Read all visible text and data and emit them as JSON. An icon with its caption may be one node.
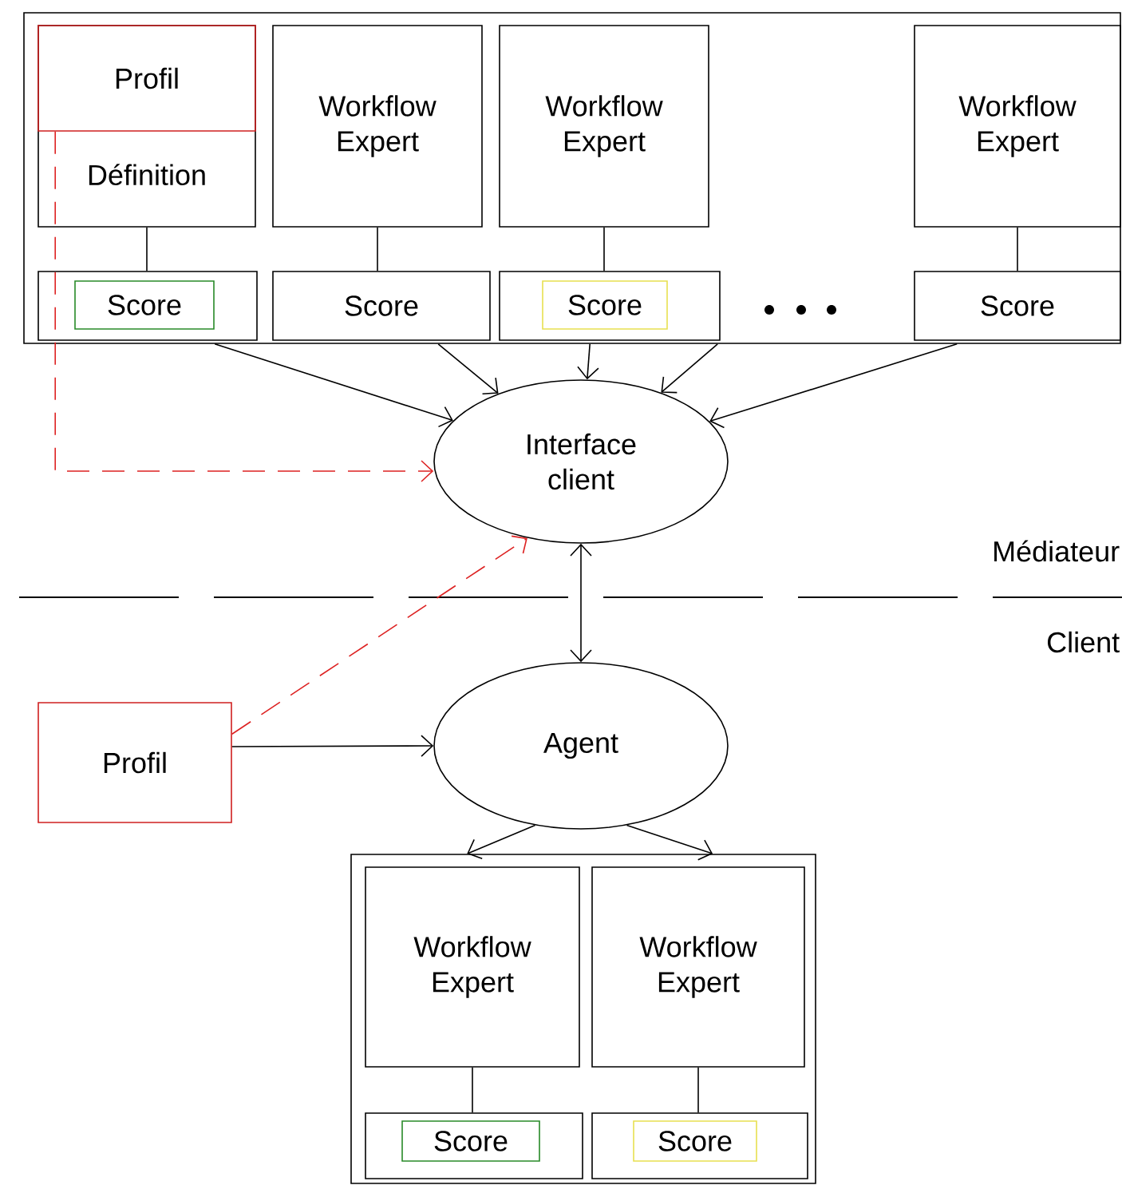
{
  "diagram": {
    "nodes": [
      {
        "text": [],
        "shape": "box"
      },
      {
        "text": [
          "Définition"
        ],
        "in": 0
      },
      {
        "text": [
          "Profil"
        ],
        "in": 1
      },
      {
        "text": [
          "Workflow Expert"
        ],
        "in": 0
      },
      {
        "text": [
          "Workflow Expert"
        ],
        "in": 0
      },
      {
        "text": [
          "Workflow Expert"
        ],
        "in": 0
      },
      {
        "text": [],
        "shape": "box",
        "in": 0
      },
      {
        "text": [
          "Score"
        ],
        "in": 6
      },
      {
        "text": [
          "Score"
        ],
        "in": 0
      },
      {
        "text": [],
        "shape": "box",
        "in": 0
      },
      {
        "text": [
          "Score"
        ],
        "in": 9
      },
      {
        "text": [
          "Score"
        ],
        "in": 0
      },
      {
        "text": [
          "Interface client"
        ]
      },
      {
        "text": [
          "Profil"
        ]
      },
      {
        "text": [
          "Agent"
        ]
      },
      {
        "text": [],
        "shape": "box"
      },
      {
        "text": [
          "Workflow Expert"
        ],
        "in": 15
      },
      {
        "text": [
          "Workflow Expert"
        ],
        "in": 15
      },
      {
        "text": [],
        "shape": "box",
        "in": 15
      },
      {
        "text": [
          "Score"
        ],
        "in": 18
      },
      {
        "text": [],
        "shape": "box",
        "in": 15
      },
      {
        "text": [
          "Score"
        ],
        "in": 20
      }
    ],
    "edges": [
      {
        "from": 1,
        "to": 6,
        "arrow": "none"
      },
      {
        "from": 3,
        "to": 8,
        "arrow": "none"
      },
      {
        "from": 4,
        "to": 9,
        "arrow": "none"
      },
      {
        "from": 5,
        "to": 11,
        "arrow": "none"
      },
      {
        "from": 16,
        "to": 18,
        "arrow": "none"
      },
      {
        "from": 17,
        "to": 20,
        "arrow": "none"
      },
      {
        "from": 0,
        "to": 12,
        "arrow": "to"
      },
      {
        "from": 0,
        "to": 12,
        "arrow": "to"
      },
      {
        "from": 0,
        "to": 12,
        "arrow": "to"
      },
      {
        "from": 0,
        "to": 12,
        "arrow": "to"
      },
      {
        "from": 0,
        "to": 12,
        "arrow": "to"
      },
      {
        "from": 2,
        "to": 12,
        "arrow": "to",
        "style": "dashed",
        "color": "#dd2222"
      },
      {
        "from": 13,
        "to": 12,
        "arrow": "to",
        "style": "dashed",
        "color": "#dd2222"
      },
      {
        "from": 12,
        "to": 14,
        "arrow": "both"
      },
      {
        "from": 13,
        "to": 14,
        "arrow": "to"
      },
      {
        "from": 14,
        "to": 15,
        "arrow": "to"
      },
      {
        "from": 14,
        "to": 15,
        "arrow": "to"
      }
    ],
    "labels": [
      "Médiateur",
      "Client"
    ]
  }
}
